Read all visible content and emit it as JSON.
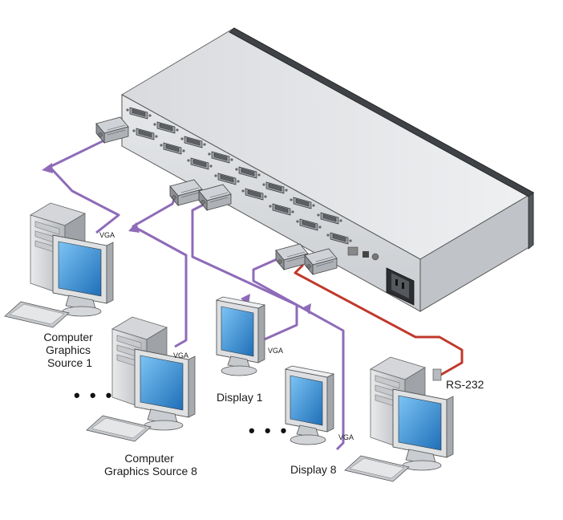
{
  "labels": {
    "source1": [
      "Computer",
      "Graphics",
      "Source 1"
    ],
    "source8": [
      "Computer",
      "Graphics Source 8"
    ],
    "display1": "Display 1",
    "display8": "Display 8",
    "rs232": "RS-232",
    "vga": "VGA",
    "ellipsis": "• • •"
  },
  "colors": {
    "vga_cable": "#8e6bb8",
    "rs232_cable": "#c0392b",
    "chassis": "#b9bcc0",
    "screen": "#3f9be0"
  },
  "icons": [
    "matrix-switcher-device",
    "computer-tower-icon",
    "crt-monitor-icon",
    "keyboard-icon",
    "vga-connector-icon",
    "power-socket-icon"
  ]
}
